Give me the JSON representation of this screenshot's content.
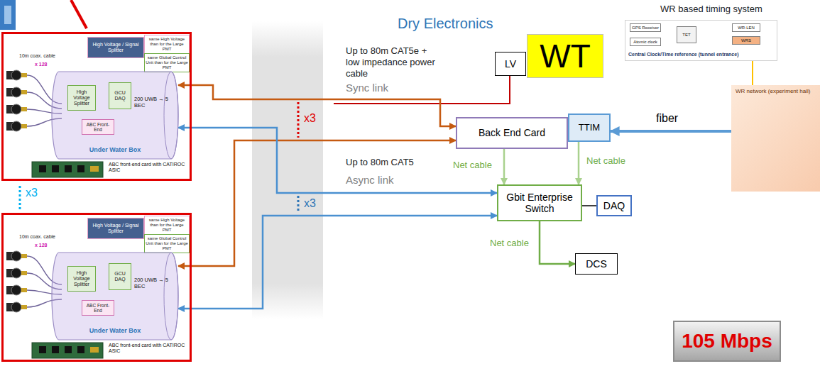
{
  "diagram": {
    "nodes": [
      {
        "text": [
          "10m coax. cable",
          "x 128",
          "200 UWB → 5 BEC",
          "ABC front-end card with CATIROC ASIC"
        ]
      },
      {
        "text": [
          "High Voltage / Signal Splitter"
        ],
        "in": 0
      },
      {
        "text": [
          "same High Voltage than for the Large PMT"
        ],
        "in": 0
      },
      {
        "text": [
          "same Global Control Unit than for the Large PMT"
        ],
        "in": 0
      },
      {
        "text": [
          "Under Water Box"
        ],
        "in": 0
      },
      {
        "text": [
          "High Voltage Splitter"
        ],
        "in": 4
      },
      {
        "text": [
          "GCU DAQ"
        ],
        "in": 4
      },
      {
        "text": [
          "ABC Front-End"
        ],
        "in": 4
      },
      {
        "text": [
          "10m coax. cable",
          "x 128",
          "200 UWB → 5 BEC",
          "ABC front-end card with CATIROC ASIC"
        ]
      },
      {
        "text": [
          "High Voltage / Signal Splitter"
        ],
        "in": 8
      },
      {
        "text": [
          "same High Voltage than for the Large PMT"
        ],
        "in": 8
      },
      {
        "text": [
          "same Global Control Unit than for the Large PMT"
        ],
        "in": 8
      },
      {
        "text": [
          "Under Water Box"
        ],
        "in": 8
      },
      {
        "text": [
          "High Voltage Splitter"
        ],
        "in": 12
      },
      {
        "text": [
          "GCU DAQ"
        ],
        "in": 12
      },
      {
        "text": [
          "ABC Front-End"
        ],
        "in": 12
      },
      {
        "text": [
          "LV"
        ]
      },
      {
        "text": [
          "WT"
        ]
      },
      {
        "text": [
          "Back End Card"
        ]
      },
      {
        "text": [
          "TTIM"
        ]
      },
      {
        "text": [
          "Gbit Enterprise Switch"
        ]
      },
      {
        "text": [
          "DAQ"
        ]
      },
      {
        "text": [
          "DCS"
        ]
      },
      {
        "text": [
          "Central Clock/Time reference (tunnel entrance)"
        ]
      },
      {
        "text": [
          "GPS Receiver"
        ],
        "in": 23
      },
      {
        "text": [
          "Atomic clock"
        ],
        "in": 23
      },
      {
        "text": [
          "TET"
        ],
        "in": 23
      },
      {
        "text": [
          "WR-LEN"
        ],
        "in": 23
      },
      {
        "text": [
          "WRS"
        ],
        "in": 23
      },
      {
        "text": [
          "WR network (experiment hall)"
        ]
      },
      {
        "text": [
          "105 Mbps"
        ]
      }
    ],
    "edges": [
      {
        "from": 4,
        "to": 18,
        "arrow": "both"
      },
      {
        "from": 12,
        "to": 18,
        "arrow": "both"
      },
      {
        "from": 4,
        "to": 20,
        "arrow": "both"
      },
      {
        "from": 12,
        "to": 20,
        "arrow": "both"
      },
      {
        "from": 18,
        "to": 20,
        "arrow": "to",
        "label": "Net cable"
      },
      {
        "from": 19,
        "to": 20,
        "arrow": "to",
        "label": "Net cable"
      },
      {
        "from": 29,
        "to": 19,
        "arrow": "to",
        "label": "fiber"
      },
      {
        "from": 20,
        "to": 21,
        "arrow": "none"
      },
      {
        "from": 20,
        "to": 22,
        "arrow": "to",
        "label": "Net cable"
      },
      {
        "from": 24,
        "to": 26,
        "arrow": "to"
      },
      {
        "from": 25,
        "to": 26,
        "arrow": "to"
      },
      {
        "from": 26,
        "to": 27,
        "arrow": "to"
      },
      {
        "from": 26,
        "to": 28,
        "arrow": "to"
      },
      {
        "from": 23,
        "to": 29,
        "arrow": "none"
      }
    ],
    "labels": [
      "Dry Electronics",
      "Up to 80m CAT5e + low impedance power cable",
      "Sync link",
      "x3",
      "Up to 80m CAT5",
      "Async link",
      "x3",
      "x3",
      "WR based timing system"
    ]
  }
}
